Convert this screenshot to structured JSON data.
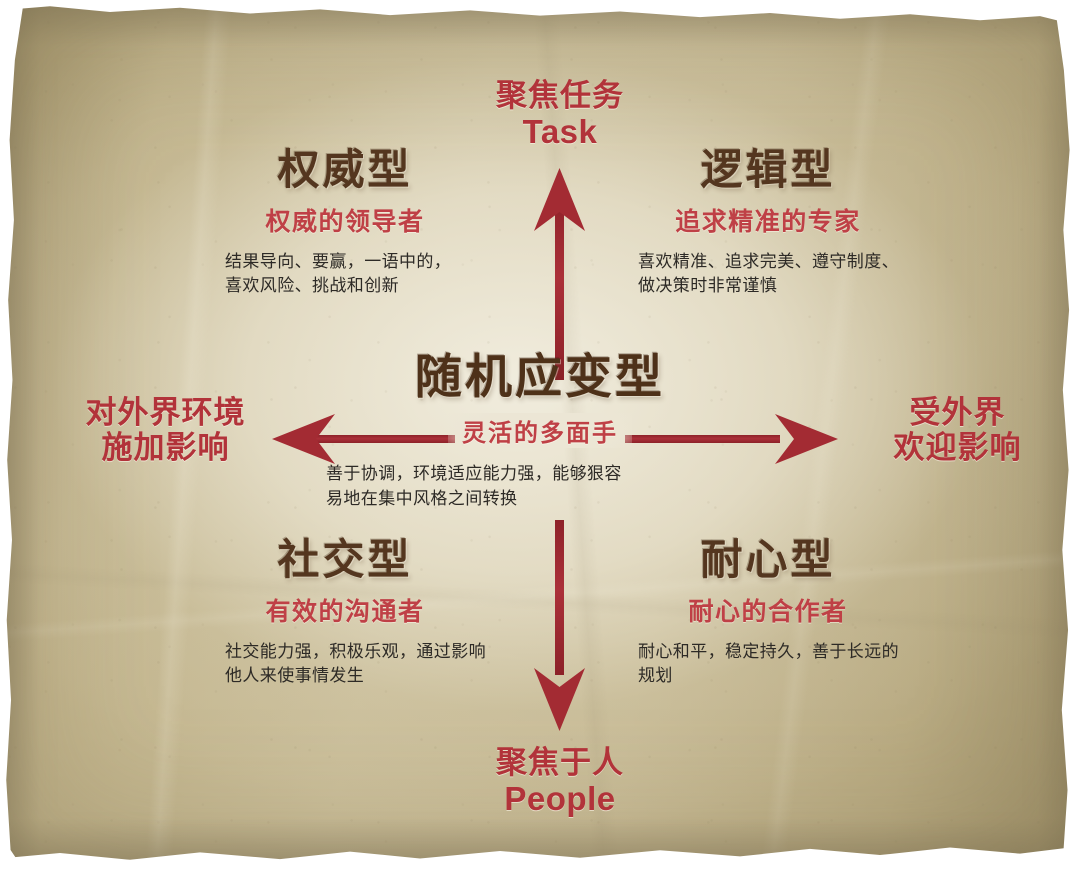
{
  "poster": {
    "theme_colors": {
      "paper_light": "#ece6d5",
      "paper_mid": "#ded6bd",
      "paper_edge": "#b4aa8b",
      "arrow_red": "#a32b33",
      "axis_red": "#b2333a",
      "title_brown": "#54361f",
      "subtitle_red": "#bf4046",
      "body_dark": "#2d2a26"
    }
  },
  "axes": {
    "top": {
      "name": "task-axis",
      "cn": "聚焦任务",
      "en": "Task"
    },
    "bottom": {
      "name": "people-axis",
      "cn": "聚焦于人",
      "en": "People"
    },
    "left": {
      "name": "influence-outward-axis",
      "line1": "对外界环境",
      "line2": "施加影响"
    },
    "right": {
      "name": "influence-inward-axis",
      "line1": "受外界",
      "line2": "欢迎影响"
    }
  },
  "center": {
    "title": "随机应变型",
    "subtitle": "灵活的多面手",
    "description": "善于协调，环境适应能力强，能够狠容\n易地在集中风格之间转换"
  },
  "quadrants": [
    {
      "key": "authoritative",
      "title": "权威型",
      "subtitle": "权威的领导者",
      "description": "结果导向、要赢，一语中的，\n喜欢风险、挑战和创新"
    },
    {
      "key": "logical",
      "title": "逻辑型",
      "subtitle": "追求精准的专家",
      "description": "喜欢精准、追求完美、遵守制度、\n做决策时非常谨慎"
    },
    {
      "key": "social",
      "title": "社交型",
      "subtitle": "有效的沟通者",
      "description": "社交能力强，积极乐观，通过影响\n他人来使事情发生"
    },
    {
      "key": "patient",
      "title": "耐心型",
      "subtitle": "耐心的合作者",
      "description": "耐心和平，稳定持久，善于长远的\n规划"
    }
  ]
}
